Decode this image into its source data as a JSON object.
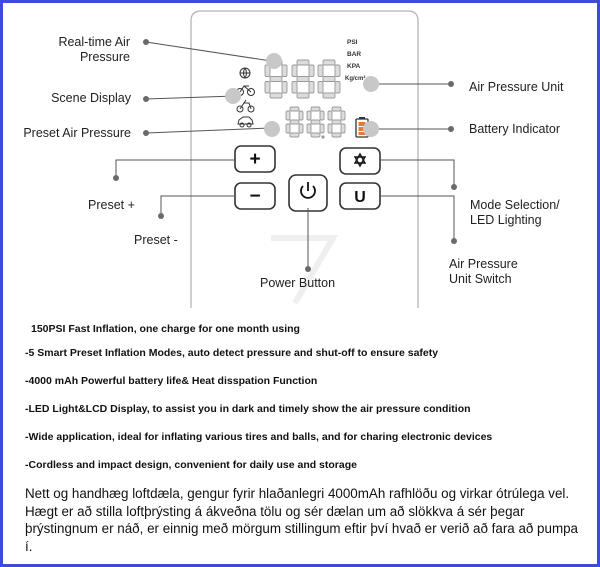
{
  "diagram": {
    "labels": {
      "realtime_pressure": [
        "Real-time Air",
        "Pressure"
      ],
      "scene_display": "Scene Display",
      "preset_air_pressure": "Preset Air Pressure",
      "preset_plus": "Preset +",
      "preset_minus": "Preset -",
      "power_button": "Power Button",
      "air_pressure_unit": "Air Pressure Unit",
      "battery_indicator": "Battery Indicator",
      "mode_selection": [
        "Mode Selection/",
        "LED Lighting"
      ],
      "unit_switch": [
        "Air Pressure",
        "Unit Switch"
      ]
    },
    "units": [
      "PSI",
      "BAR",
      "KPA",
      "Kg/cm²"
    ],
    "buttons": {
      "plus": "+",
      "minus": "−",
      "unit": "U"
    },
    "icons": {
      "scene": [
        "ball-icon",
        "bicycle-icon",
        "motorcycle-icon",
        "car-icon"
      ],
      "battery": "battery-icon",
      "power": "power-icon",
      "mode": "light-icon"
    },
    "colors": {
      "callout": "#555555",
      "lcd_digit": "#dcdcdc",
      "lcd_digit_outline": "#9a9a9a",
      "frame": "#3c4bd8"
    }
  },
  "features": [
    "150PSI Fast Inflation, one charge for one month using",
    "-5 Smart Preset Inflation Modes, auto detect pressure and shut-off to ensure safety",
    "-4000 mAh Powerful battery life& Heat disspation Function",
    "-LED Light&LCD Display, to assist you in dark and timely show the air pressure condition",
    "-Wide application, ideal for inflating various tires and balls, and for charing electronic devices",
    "-Cordless and impact design, convenient for daily use and storage"
  ],
  "description": "Nett og handhæg loftdæla, gengur fyrir hlaðanlegri 4000mAh rafhlöðu og virkar ótrúlega vel. Hægt er að stilla loftþrýsting á ákveðna tölu og sér dælan um að slökkva á sér þegar þrýstingnum er náð, er einnig með mörgum stillingum eftir því hvað er verið að fara að pumpa í."
}
